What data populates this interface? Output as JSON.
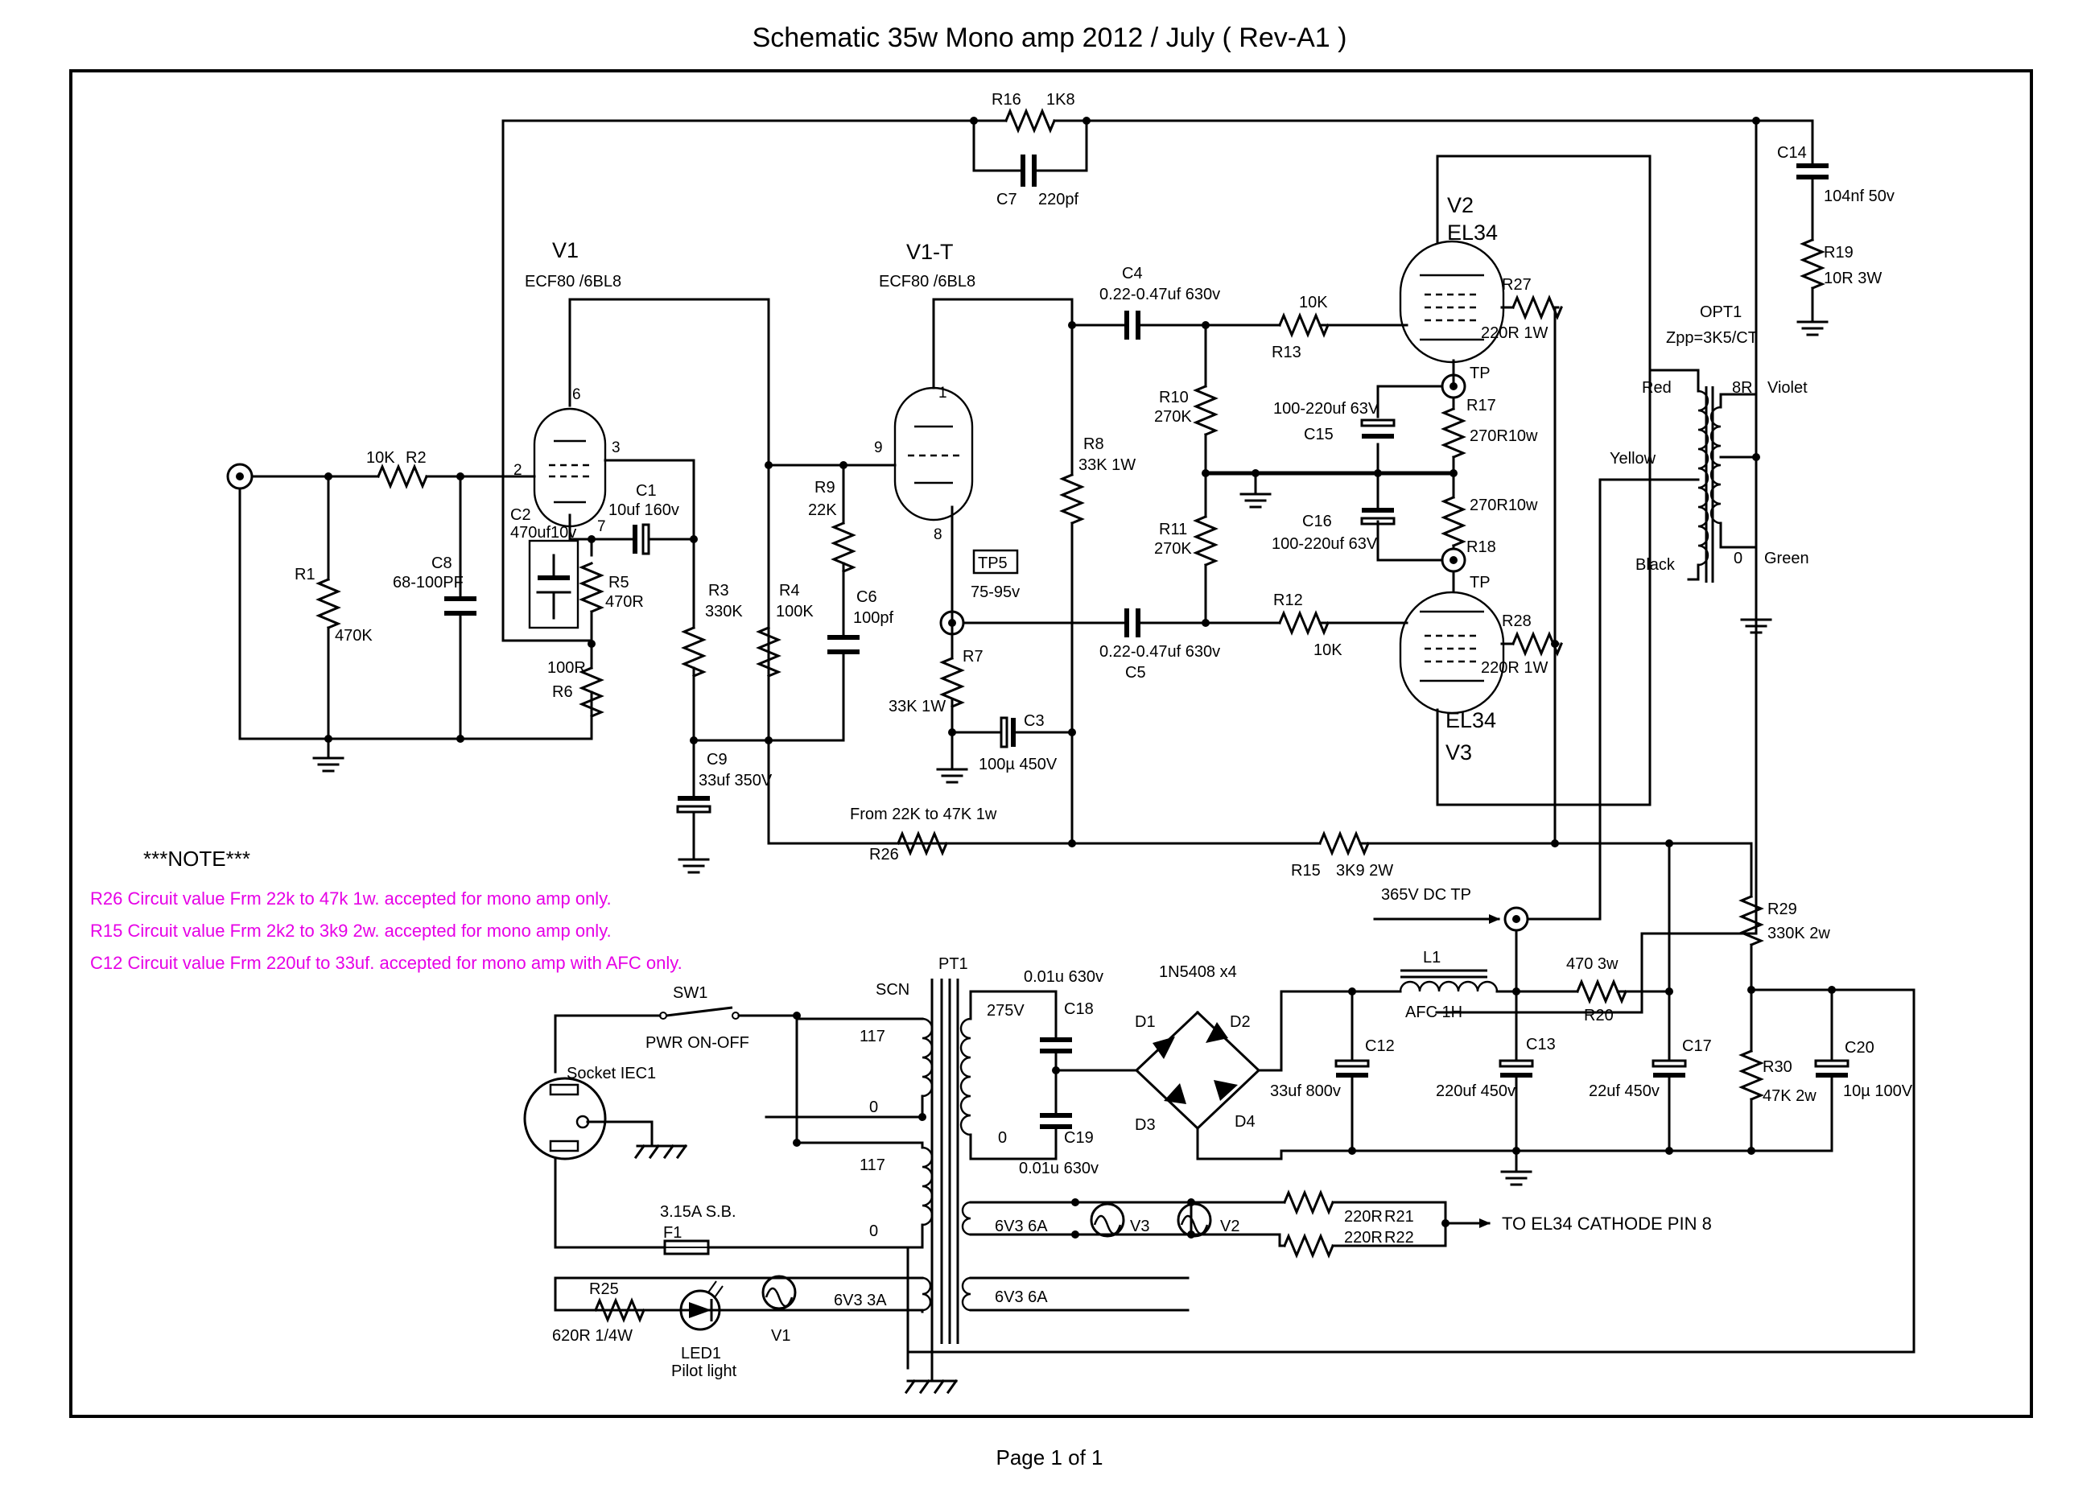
{
  "title": "Schematic 35w Mono amp 2012 / July ( Rev-A1 )",
  "footer": "Page 1 of 1",
  "colors": {
    "ink": "#000000",
    "note": "#e600e6"
  },
  "note": {
    "heading": "***NOTE***",
    "lines": [
      "R26 Circuit value Frm 22k to 47k 1w. accepted for mono amp only.",
      "R15 Circuit value Frm 2k2 to 3k9 2w. accepted for mono amp only.",
      "C12 Circuit value Frm 220uf to 33uf. accepted for mono amp with AFC only."
    ]
  },
  "tubes": {
    "v1_name": "V1",
    "v1_type": "ECF80 /6BL8",
    "v1_pin6": "6",
    "v1_pin3": "3",
    "v1_pin2": "2",
    "v1_pin7": "7",
    "v1t_name": "V1-T",
    "v1t_type": "ECF80 /6BL8",
    "v1t_pin1": "1",
    "v1t_pin9": "9",
    "v1t_pin8": "8",
    "v2_name": "V2",
    "v2_type": "EL34",
    "v3_name": "EL34",
    "v3_type": "V3"
  },
  "components": {
    "r1": "R1",
    "r1v": "470K",
    "r2": "R2",
    "r2v": "10K",
    "c8": "C8",
    "c8v": "68-100PF",
    "c2": "C2",
    "c2v": "470uf10v",
    "c1": "C1",
    "c1v": "10uf 160v",
    "r5": "R5",
    "r5v": "470R",
    "r6": "R6",
    "r6v": "100R",
    "r3": "R3",
    "r3v": "330K",
    "r4": "R4",
    "r4v": "100K",
    "r9": "R9",
    "r9v": "22K",
    "c6": "C6",
    "c6v": "100pf",
    "c9": "C9",
    "c9v": "33uf 350V",
    "r16": "R16",
    "r16v": "1K8",
    "c7": "C7",
    "c7v": "220pf",
    "r8": "R8",
    "r8v": "33K 1W",
    "tp5": "TP5",
    "tp5v": "75-95v",
    "r7": "R7",
    "r7v": "33K 1W",
    "c3": "C3",
    "c3v": "100µ 450V",
    "c4": "C4",
    "c4v": "0.22-0.47uf 630v",
    "c5": "C5",
    "c5v": "0.22-0.47uf 630v",
    "r13": "R13",
    "r13v": "10K",
    "r12": "R12",
    "r12v": "10K",
    "r10": "R10",
    "r10v": "270K",
    "r11": "R11",
    "r11v": "270K",
    "c15": "C15",
    "c15v": "100-220uf 63V",
    "c16": "C16",
    "c16v": "100-220uf 63V",
    "r17": "R17",
    "r17v": "270R10w",
    "r18": "R18",
    "r18v": "270R10w",
    "tp_top": "TP",
    "tp_bot": "TP",
    "r27": "R27",
    "r27v": "220R 1W",
    "r28": "R28",
    "r28v": "220R 1W",
    "c14": "C14",
    "c14v": "104nf 50v",
    "r19": "R19",
    "r19v": "10R 3W",
    "opt1": "OPT1",
    "opt1v": "Zpp=3K5/CT",
    "red": "Red",
    "yellow": "Yellow",
    "black": "Black",
    "violet": "Violet",
    "green": "Green",
    "tap8": "8R",
    "tap0": "0",
    "r26": "R26",
    "r26v": "From 22K to 47K 1w",
    "r15": "R15",
    "r15v": "3K9 2W",
    "dc_tp": "365V DC TP",
    "r29": "R29",
    "r29v": "330K 2w",
    "r30": "R30",
    "r30v": "47K 2w",
    "c20": "C20",
    "c20v": "10µ 100V",
    "l1": "L1",
    "l1v": "AFC 1H",
    "r20": "R20",
    "r20v": "470 3w",
    "c12": "C12",
    "c12v": "33uf 800v",
    "c13": "C13",
    "c13v": "220uf 450v",
    "c17": "C17",
    "c17v": "22uf 450v",
    "bridge": "1N5408 x4",
    "d1": "D1",
    "d2": "D2",
    "d3": "D3",
    "d4": "D4",
    "c18": "C18",
    "c18v": "0.01u 630v",
    "c19": "C19",
    "c19v": "0.01u 630v",
    "sec_hv": "275V",
    "sec_hv0": "0",
    "pt1": "PT1",
    "scn": "SCN",
    "p117a": "117",
    "p0a": "0",
    "p117b": "117",
    "p0b": "0",
    "sw1": "SW1",
    "sw1v": "PWR ON-OFF",
    "iec": "Socket IEC1",
    "fuse_v": "3.15A S.B.",
    "fuse": "F1",
    "h6v3a": "6V3 3A",
    "h6v3b": "6V3 6A",
    "h6v3c": "6V3 6A",
    "r25": "R25",
    "r25v": "620R 1/4W",
    "led1": "LED1",
    "led1v": "Pilot light",
    "fil_v1": "V1",
    "fil_v3": "V3",
    "fil_v2": "V2",
    "r21": "R21",
    "r21v": "220R",
    "r22": "R22",
    "r22v": "220R",
    "to_cathode": "TO EL34 CATHODE PIN 8"
  }
}
